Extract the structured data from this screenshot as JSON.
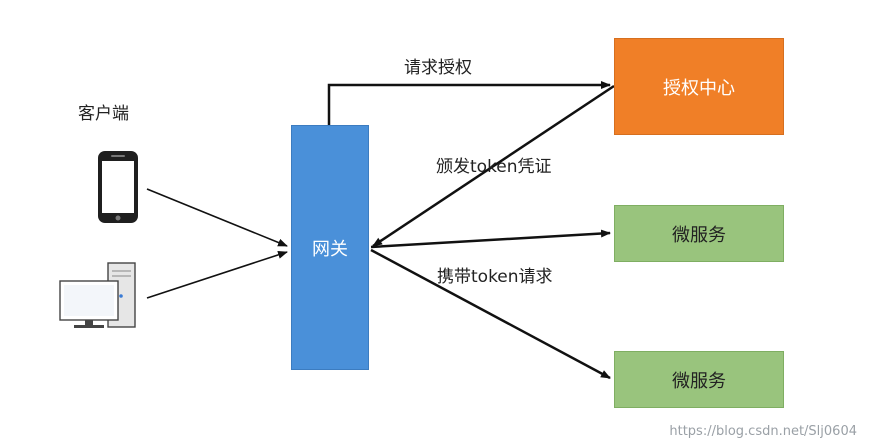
{
  "diagram": {
    "client_label": "客户端",
    "gateway_label": "网关",
    "auth_center_label": "授权中心",
    "service_1_label": "微服务",
    "service_2_label": "微服务",
    "edge_request_auth": "请求授权",
    "edge_issue_token": "颁发token凭证",
    "edge_carry_token": "携带token请求",
    "colors": {
      "gateway": "#4a90d9",
      "auth_center": "#f07f27",
      "service": "#99c47d",
      "arrow": "#111111"
    }
  },
  "watermark": "https://blog.csdn.net/Slj0604"
}
